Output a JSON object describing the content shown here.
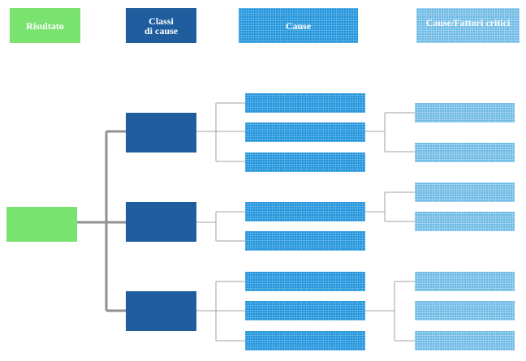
{
  "legend": {
    "risultato": "Risultato",
    "classi_line1": "Classi",
    "classi_line2": "di cause",
    "cause": "Cause",
    "fattori": "Cause/Fattori critici"
  },
  "colors": {
    "risultato": "#7ae36f",
    "classi": "#1f5d9f",
    "cause": "#1f94dc",
    "fattori": "#6ab9e5",
    "connector": "#a0a0a0",
    "trunk": "#909090"
  }
}
